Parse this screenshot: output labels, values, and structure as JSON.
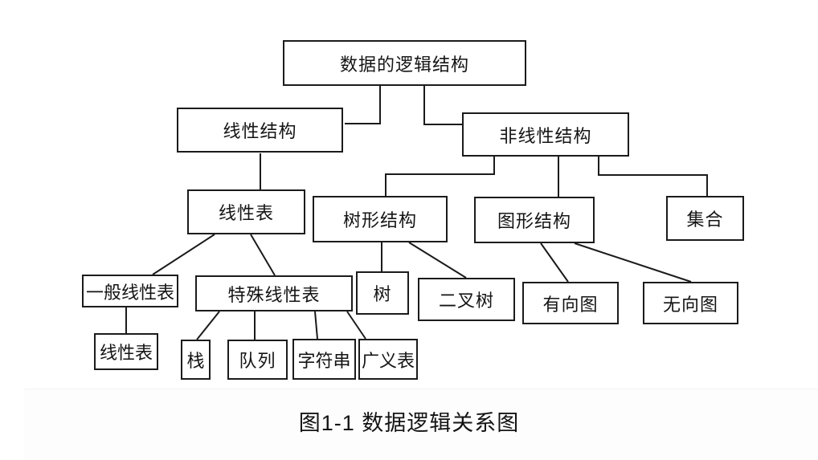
{
  "figure": {
    "caption": "图1-1 数据逻辑关系图"
  },
  "colors": {
    "line": "#1b1b1b",
    "background": "#ffffff",
    "text": "#141414"
  },
  "nodes": {
    "root": {
      "label": "数据的逻辑结构"
    },
    "linear_structure": {
      "label": "线性结构"
    },
    "nonlinear_structure": {
      "label": "非线性结构"
    },
    "linear_list": {
      "label": "线性表"
    },
    "tree_structure": {
      "label": "树形结构"
    },
    "graph_structure": {
      "label": "图形结构"
    },
    "set": {
      "label": "集合"
    },
    "general_linear_list": {
      "label": "一般线性表"
    },
    "special_linear_list": {
      "label": "特殊线性表"
    },
    "tree": {
      "label": "树"
    },
    "binary_tree": {
      "label": "二叉树"
    },
    "directed_graph": {
      "label": "有向图"
    },
    "undirected_graph": {
      "label": "无向图"
    },
    "linear_list_leaf": {
      "label": "线性表"
    },
    "stack": {
      "label": "栈"
    },
    "queue": {
      "label": "队列"
    },
    "string": {
      "label": "字符串"
    },
    "generalized_list": {
      "label": "广义表"
    }
  },
  "edges": [
    [
      "root",
      "linear_structure"
    ],
    [
      "root",
      "nonlinear_structure"
    ],
    [
      "linear_structure",
      "linear_list"
    ],
    [
      "nonlinear_structure",
      "tree_structure"
    ],
    [
      "nonlinear_structure",
      "graph_structure"
    ],
    [
      "nonlinear_structure",
      "set"
    ],
    [
      "linear_list",
      "general_linear_list"
    ],
    [
      "linear_list",
      "special_linear_list"
    ],
    [
      "tree_structure",
      "tree"
    ],
    [
      "tree_structure",
      "binary_tree"
    ],
    [
      "graph_structure",
      "directed_graph"
    ],
    [
      "graph_structure",
      "undirected_graph"
    ],
    [
      "general_linear_list",
      "linear_list_leaf"
    ],
    [
      "special_linear_list",
      "stack"
    ],
    [
      "special_linear_list",
      "queue"
    ],
    [
      "special_linear_list",
      "string"
    ],
    [
      "special_linear_list",
      "generalized_list"
    ]
  ]
}
